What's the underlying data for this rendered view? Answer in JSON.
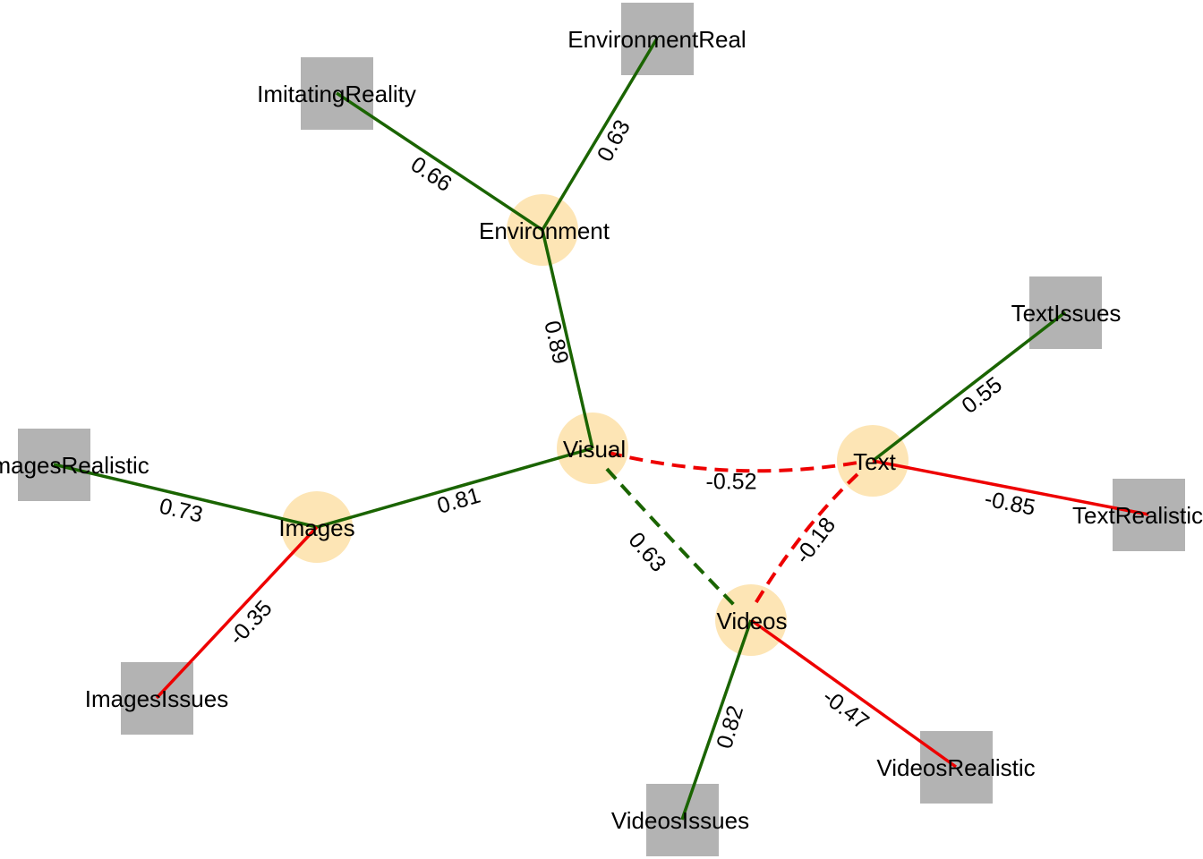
{
  "diagram": {
    "colors": {
      "positive": "#1a6400",
      "negative": "#ee0000",
      "latent_fill": "#fde5b5",
      "observed_fill": "#b3b3b3",
      "label": "#000000"
    },
    "latent_nodes": [
      {
        "id": "visual",
        "label": "Visual"
      },
      {
        "id": "environment",
        "label": "Environment"
      },
      {
        "id": "images",
        "label": "Images"
      },
      {
        "id": "videos",
        "label": "Videos"
      },
      {
        "id": "text",
        "label": "Text"
      }
    ],
    "observed_nodes": [
      {
        "id": "environmentreal",
        "label": "EnvironmentReal"
      },
      {
        "id": "imitatingreality",
        "label": "ImitatingReality"
      },
      {
        "id": "textissues",
        "label": "TextIssues"
      },
      {
        "id": "textrealistic",
        "label": "TextRealistic"
      },
      {
        "id": "imagesrealistic",
        "label": "ImagesRealistic"
      },
      {
        "id": "imagesissues",
        "label": "ImagesIssues"
      },
      {
        "id": "videosissues",
        "label": "VideosIssues"
      },
      {
        "id": "videosrealistic",
        "label": "VideosRealistic"
      }
    ],
    "edges": [
      {
        "id": "environment-environmentreal",
        "source": "environment",
        "target": "environmentreal",
        "weight": "0.63",
        "sign": "positive",
        "style": "solid"
      },
      {
        "id": "environment-imitatingreality",
        "source": "environment",
        "target": "imitatingreality",
        "weight": "0.66",
        "sign": "positive",
        "style": "solid"
      },
      {
        "id": "visual-environment",
        "source": "visual",
        "target": "environment",
        "weight": "0.89",
        "sign": "positive",
        "style": "solid"
      },
      {
        "id": "visual-images",
        "source": "visual",
        "target": "images",
        "weight": "0.81",
        "sign": "positive",
        "style": "solid"
      },
      {
        "id": "images-imagesrealistic",
        "source": "images",
        "target": "imagesrealistic",
        "weight": "0.73",
        "sign": "positive",
        "style": "solid"
      },
      {
        "id": "images-imagesissues",
        "source": "images",
        "target": "imagesissues",
        "weight": "-0.35",
        "sign": "negative",
        "style": "solid"
      },
      {
        "id": "visual-videos",
        "source": "visual",
        "target": "videos",
        "weight": "0.63",
        "sign": "positive",
        "style": "dashed"
      },
      {
        "id": "visual-text",
        "source": "visual",
        "target": "text",
        "weight": "-0.52",
        "sign": "negative",
        "style": "dashed"
      },
      {
        "id": "text-videos",
        "source": "text",
        "target": "videos",
        "weight": "-0.18",
        "sign": "negative",
        "style": "dashed"
      },
      {
        "id": "text-textissues",
        "source": "text",
        "target": "textissues",
        "weight": "0.55",
        "sign": "positive",
        "style": "solid"
      },
      {
        "id": "text-textrealistic",
        "source": "text",
        "target": "textrealistic",
        "weight": "-0.85",
        "sign": "negative",
        "style": "solid"
      },
      {
        "id": "videos-videosissues",
        "source": "videos",
        "target": "videosissues",
        "weight": "0.82",
        "sign": "positive",
        "style": "solid"
      },
      {
        "id": "videos-videosrealistic",
        "source": "videos",
        "target": "videosrealistic",
        "weight": "-0.47",
        "sign": "negative",
        "style": "solid"
      }
    ]
  }
}
